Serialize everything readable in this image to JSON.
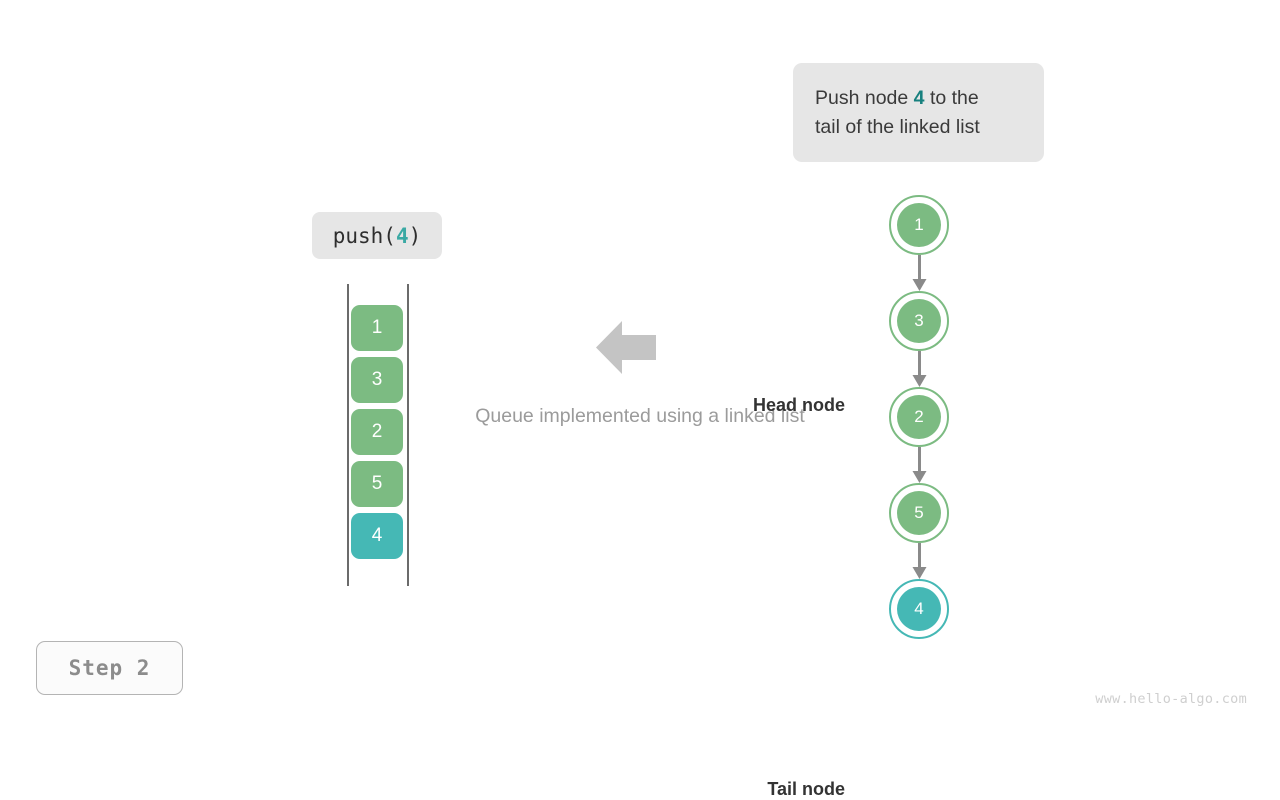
{
  "caption": {
    "line1_before": "Push node ",
    "highlight": "4",
    "line1_after": " to the",
    "line2": "tail of the linked list"
  },
  "operation_label": {
    "prefix": "push(",
    "argument": "4",
    "suffix": ")"
  },
  "queue": {
    "cells": [
      {
        "value": "1",
        "color": "green"
      },
      {
        "value": "3",
        "color": "green"
      },
      {
        "value": "2",
        "color": "green"
      },
      {
        "value": "5",
        "color": "green"
      },
      {
        "value": "4",
        "color": "teal"
      }
    ]
  },
  "middle": {
    "arrow_direction": "left",
    "caption": "Queue implemented using a linked list"
  },
  "linked_list": {
    "head_label": "Head node",
    "tail_label": "Tail node",
    "nodes": [
      {
        "value": "1",
        "color": "green"
      },
      {
        "value": "3",
        "color": "green"
      },
      {
        "value": "2",
        "color": "green"
      },
      {
        "value": "5",
        "color": "green"
      },
      {
        "value": "4",
        "color": "teal"
      }
    ]
  },
  "step_badge": {
    "label": "Step 2"
  },
  "watermark": {
    "text": "www.hello-algo.com"
  },
  "colors": {
    "green": "#7cbb82",
    "teal": "#45b8b5",
    "highlight_text": "#17807e",
    "arrow_gray": "#c4c4c4",
    "edge_gray": "#8a8a8a",
    "bubble_bg": "#e6e6e6"
  }
}
